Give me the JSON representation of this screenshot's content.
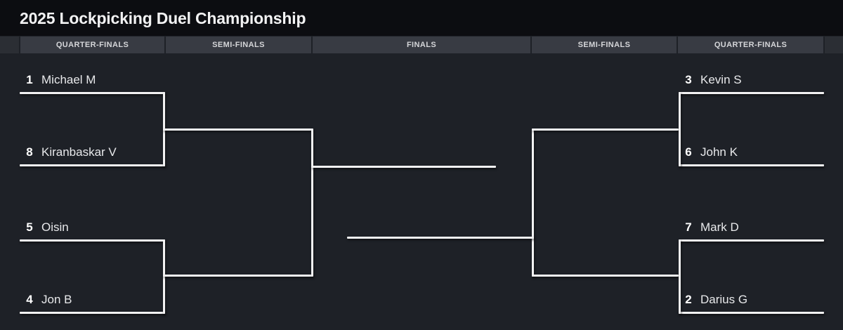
{
  "page": {
    "title": "2025 Lockpicking Duel Championship"
  },
  "round_headers": [
    "QUARTER-FINALS",
    "SEMI-FINALS",
    "FINALS",
    "SEMI-FINALS",
    "QUARTER-FINALS"
  ],
  "matches": [
    {
      "round": "quarter-finals",
      "side": "left",
      "players": [
        {
          "seed": "1",
          "name": "Michael M"
        },
        {
          "seed": "8",
          "name": "Kiranbaskar V"
        }
      ]
    },
    {
      "round": "quarter-finals",
      "side": "left",
      "players": [
        {
          "seed": "5",
          "name": "Oisin"
        },
        {
          "seed": "4",
          "name": "Jon B"
        }
      ]
    },
    {
      "round": "quarter-finals",
      "side": "right",
      "players": [
        {
          "seed": "3",
          "name": "Kevin S"
        },
        {
          "seed": "6",
          "name": "John K"
        }
      ]
    },
    {
      "round": "quarter-finals",
      "side": "right",
      "players": [
        {
          "seed": "7",
          "name": "Mark D"
        },
        {
          "seed": "2",
          "name": "Darius G"
        }
      ]
    }
  ],
  "colors": {
    "title_bar_bg": "#0c0d11",
    "page_bg": "#1e2127",
    "header_segment_bg": "#383b43",
    "header_stub_bg": "#2b2e34",
    "header_text": "#d5d6d9",
    "bracket_line": "#f2f2f3",
    "seed_text": "#ffffff",
    "name_text": "#e8e9eb"
  }
}
